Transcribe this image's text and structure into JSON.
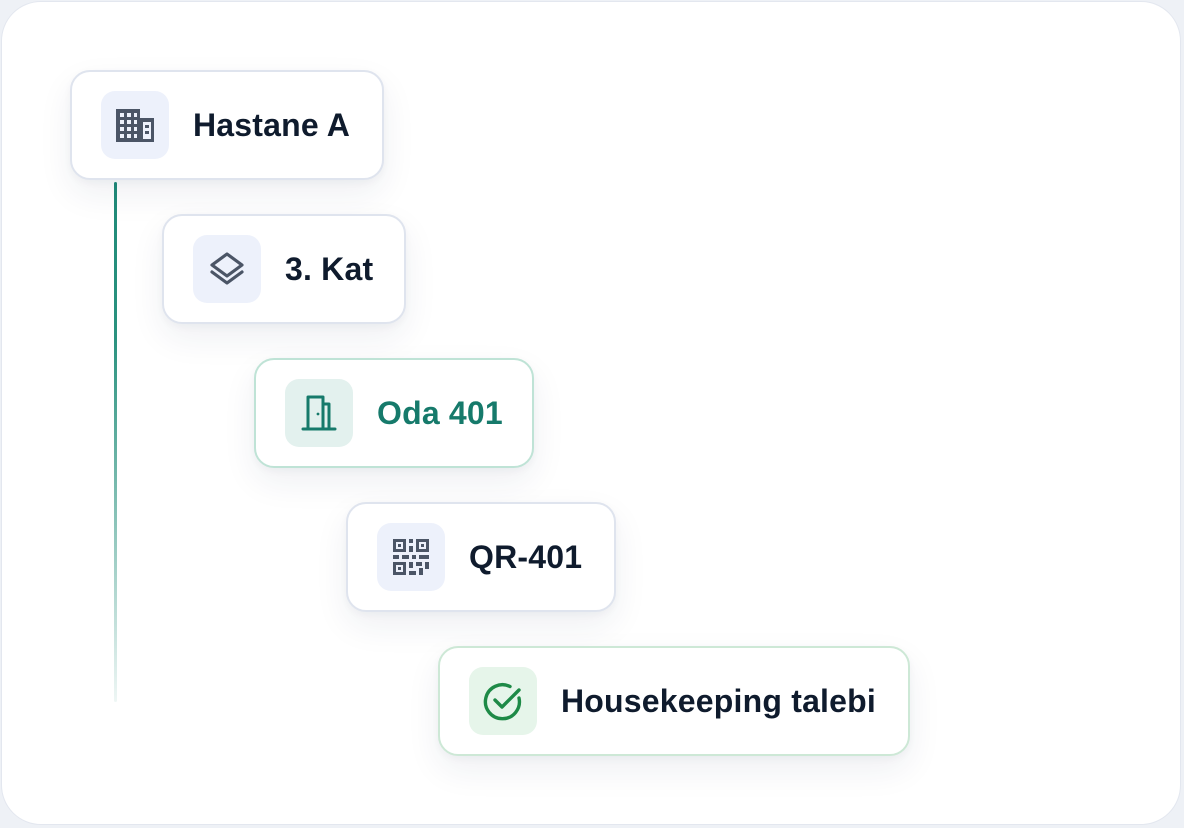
{
  "hierarchy": {
    "items": [
      {
        "label": "Hastane A",
        "icon": "building-icon",
        "state": "normal"
      },
      {
        "label": "3. Kat",
        "icon": "layers-icon",
        "state": "normal"
      },
      {
        "label": "Oda 401",
        "icon": "door-icon",
        "state": "active"
      },
      {
        "label": "QR-401",
        "icon": "qr-code-icon",
        "state": "normal"
      },
      {
        "label": "Housekeeping talebi",
        "icon": "check-circle-icon",
        "state": "done"
      }
    ]
  },
  "colors": {
    "accent_teal": "#167a6b",
    "success_green": "#1e8a47",
    "text_dark": "#0f1b2d",
    "icon_slate": "#4b5566",
    "border": "#dfe4ee"
  }
}
